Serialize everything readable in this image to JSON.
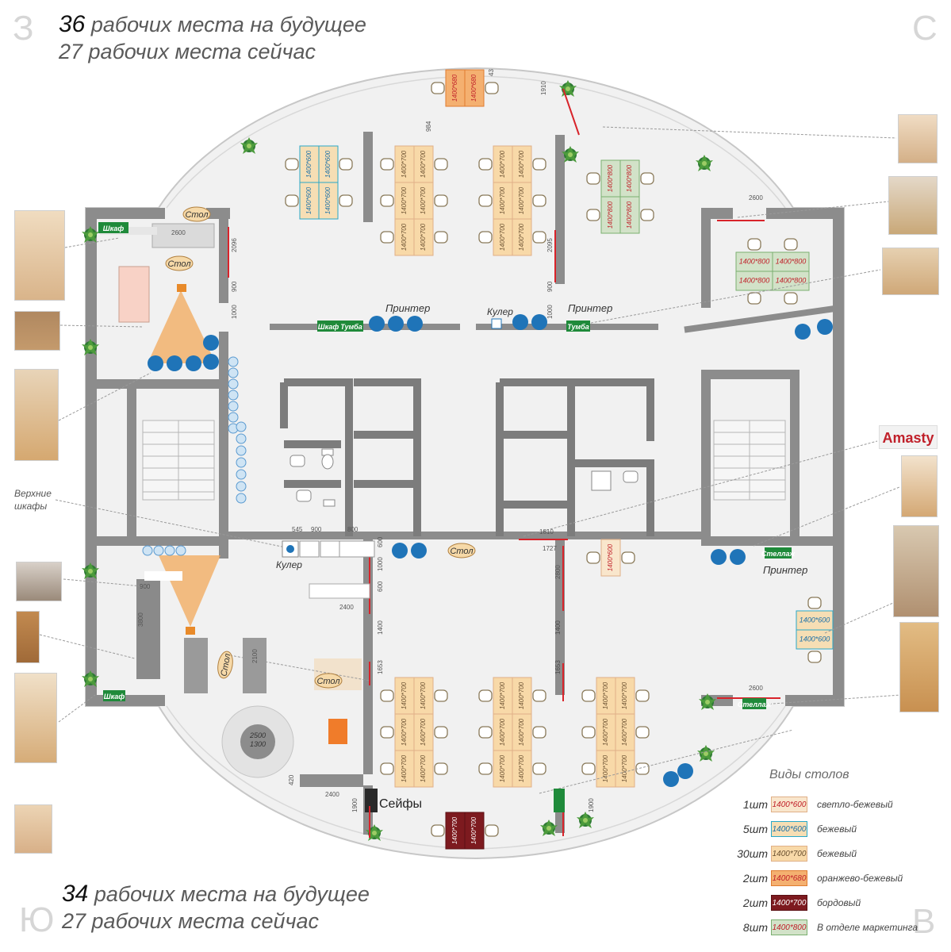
{
  "corners": {
    "nw": "З",
    "ne": "С",
    "sw": "Ю",
    "se": "В"
  },
  "header_top": {
    "future_number": "36",
    "future_text": " рабочих места на будущее",
    "now_text": "27 рабочих места сейчас"
  },
  "header_bottom": {
    "future_number": "34",
    "future_text": " рабочих места на будущее",
    "now_text": "27 рабочих места сейчас"
  },
  "labels": {
    "stol": "Стол",
    "shkaf": "Шкаф",
    "tumba": "Тумба",
    "stellazh": "Стеллаж",
    "printer": "Принтер",
    "kuler": "Кулер",
    "verkhnie_1": "Верхние",
    "verkhnie_2": "шкафы",
    "seify": "Сейфы",
    "round_table_1": "2500",
    "round_table_2": "1300"
  },
  "desk_sizes": {
    "d600": "1400*600",
    "d680": "1400*680",
    "d700": "1400*700",
    "d800": "1400*800"
  },
  "dimensions": [
    "2600",
    "2096",
    "900",
    "1000",
    "984",
    "43",
    "1910",
    "2600",
    "2095",
    "900",
    "1000",
    "1727",
    "2800",
    "1400",
    "1653",
    "545",
    "900",
    "800",
    "600",
    "1000",
    "600",
    "2400",
    "900",
    "3800",
    "2100",
    "1400",
    "1653",
    "1810",
    "2400",
    "1900",
    "1900",
    "2600",
    "1400",
    "1653",
    "420"
  ],
  "legend": {
    "title": "Виды столов",
    "rows": [
      {
        "count": "1шт",
        "size": "1400*600",
        "desc": "светло-бежевый",
        "fill": "#f9e6cc",
        "border": "#e0b088",
        "text": "#c0202a"
      },
      {
        "count": "5шт",
        "size": "1400*600",
        "desc": "бежевый",
        "fill": "#f6deb4",
        "border": "#29a8c8",
        "text": "#1a6fa8"
      },
      {
        "count": "30шт",
        "size": "1400*700",
        "desc": "бежевый",
        "fill": "#f8d9a8",
        "border": "#e0b088",
        "text": "#6a5030"
      },
      {
        "count": "2шт",
        "size": "1400*680",
        "desc": "оранжево-бежевый",
        "fill": "#f4b070",
        "border": "#e07c30",
        "text": "#c0202a"
      },
      {
        "count": "2шт",
        "size": "1400*700",
        "desc": "бордовый",
        "fill": "#7d1a1f",
        "border": "#5a1014",
        "text": "#ffffff"
      },
      {
        "count": "8шт",
        "size": "1400*800",
        "desc": "В отделе маркетинга",
        "fill": "#d2e2c8",
        "border": "#7ab070",
        "text": "#c0202a"
      }
    ]
  },
  "brand": "Amasty",
  "colors": {
    "wall": "#8c8c8c",
    "desk_700": "#f8d9a8",
    "desk_800": "#d2e2c8",
    "desk_600_blue": "#f6deb4",
    "desk_680": "#f4b070",
    "desk_burgundy": "#7d1a1f",
    "green_tag": "#1f8a3a",
    "blue_circle": "#1f74b8",
    "door_red": "#d8232a",
    "light_cone": "#f2a85a"
  },
  "icons": [
    "plant-icon",
    "chair-icon",
    "toilet-icon",
    "sink-icon",
    "light-fixture-icon",
    "photo-furniture-icon"
  ]
}
